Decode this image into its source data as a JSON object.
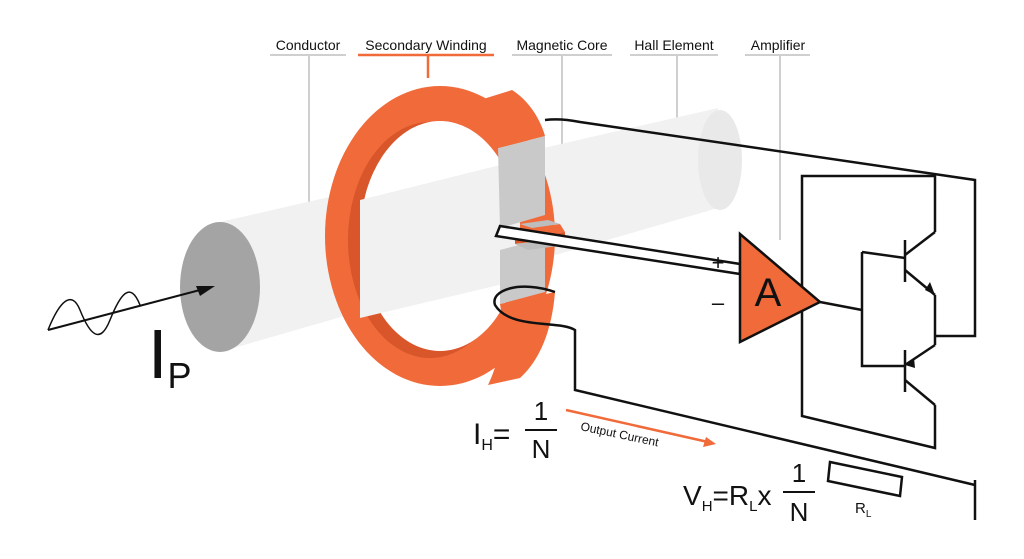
{
  "labels": {
    "conductor": "Conductor",
    "secondary_winding": "Secondary Winding",
    "magnetic_core": "Magnetic Core",
    "hall_element": "Hall Element",
    "amplifier": "Amplifier"
  },
  "amplifier_symbol": "A",
  "amp_inputs": {
    "plus": "+",
    "minus": "–"
  },
  "primary_current": {
    "main": "I",
    "sub": "P"
  },
  "formula_ih": {
    "lhs_main": "I",
    "lhs_sub": "H",
    "eq": "=",
    "num": "1",
    "den": "N"
  },
  "output_current_label": "Output Current",
  "formula_vh": {
    "v": "V",
    "v_sub": "H",
    "eq": "=",
    "r": "R",
    "r_sub": "L",
    "times": "x",
    "num": "1",
    "den": "N"
  },
  "resistor_label": {
    "main": "R",
    "sub": "L"
  },
  "colors": {
    "accent": "#f06a3a",
    "accent_dark": "#d9552a",
    "core_gray": "#c9c9c9",
    "conductor_light": "#f1f1f1",
    "conductor_face": "#a4a4a4",
    "wire": "#111111",
    "leader": "#cfcfcf"
  },
  "icons": [
    "ac-sine-wave-icon",
    "current-arrow-icon",
    "transistor-icon"
  ]
}
